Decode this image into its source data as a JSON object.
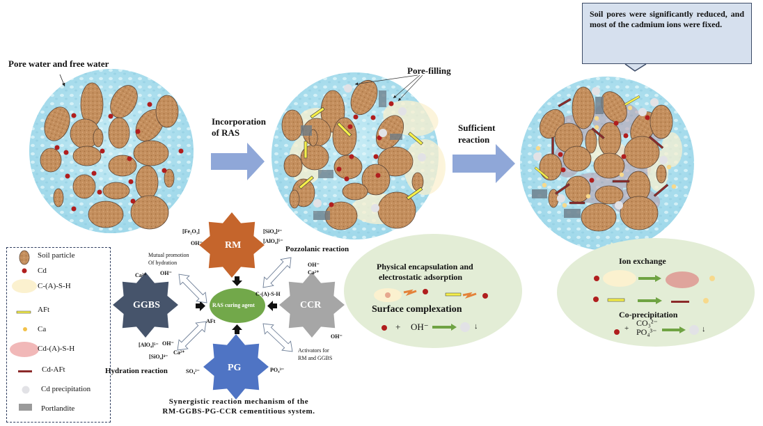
{
  "labels": {
    "pore_water": "Pore water and free water",
    "incorporation": "Incorporation",
    "of_ras": "of RAS",
    "sufficient": "Sufficient",
    "reaction": "reaction",
    "pore_filling": "Pore-filling",
    "note": "Soil pores were significantly reduced, and most of the cadmium ions were fixed."
  },
  "mechanism": {
    "center": "RAS curing agent",
    "components": {
      "rm": "RM",
      "ggbs": "GGBS",
      "ccr": "CCR",
      "pg": "PG"
    },
    "colors": {
      "rm": "#c5652c",
      "ggbs": "#46546b",
      "ccr": "#a6a6a6",
      "pg": "#4f74c4",
      "center": "#72a84a"
    },
    "ions": {
      "fe2o3": "[Fe₂O₃]",
      "oh_rm": "OH⁻",
      "sio4_rm": "[SiO₄]⁴⁻",
      "alo4_rm": "[AlO₄]⁵⁻",
      "ca_ggbs": "Ca²⁺",
      "oh_ggbs": "OH⁻",
      "oh_ccr": "OH⁻",
      "ca_ccr": "Ca²⁺",
      "oh_ccr2": "OH⁻",
      "csh": "C-(A)-S-H",
      "aft": "AFt",
      "alo4_bottom": "[AlO₄]⁵⁻",
      "oh_bottom": "OH⁻",
      "ca_bottom": "Ca²⁺",
      "sio4_bottom": "[SiO₄]⁴⁻",
      "so4": "SO₄²⁻",
      "po4": "PO₄³⁻"
    },
    "notes": {
      "mutual_1": "Mutual promotion",
      "mutual_2": "Of hydration",
      "pozzolanic": "Pozzolanic reaction",
      "activators_1": "Activators for",
      "activators_2": "RM and GGBS",
      "hydration": "Hydration reaction"
    },
    "caption_1": "Synergistic reaction mechanism of the",
    "caption_2": "RM-GGBS-PG-CCR cementitious system."
  },
  "bubble1": {
    "title_1": "Physical encapsulation and",
    "title_2": "electrostatic adsorption",
    "surface": "Surface complexation",
    "plus": "+",
    "oh": "OH⁻",
    "down": "↓"
  },
  "bubble2": {
    "ion_exchange": "Ion exchange",
    "coprecip": "Co-precipitation",
    "plus": "+",
    "co3": "CO₃²⁻",
    "po4": "PO₄³⁻",
    "down": "↓"
  },
  "legend": [
    {
      "label": "Soil particle",
      "icon": "soil-particle"
    },
    {
      "label": "Cd",
      "icon": "cd-dot"
    },
    {
      "label": "C-(A)-S-H",
      "icon": "csh-cloud"
    },
    {
      "label": "AFt",
      "icon": "aft-bar"
    },
    {
      "label": "Ca",
      "icon": "ca-dot"
    },
    {
      "label": "Cd-(A)-S-H",
      "icon": "cdsh-cloud"
    },
    {
      "label": "Cd-AFt",
      "icon": "cd-aft-bar"
    },
    {
      "label": "Cd precipitation",
      "icon": "cd-precip-dot"
    },
    {
      "label": "Portlandite",
      "icon": "portlandite-rect"
    }
  ]
}
